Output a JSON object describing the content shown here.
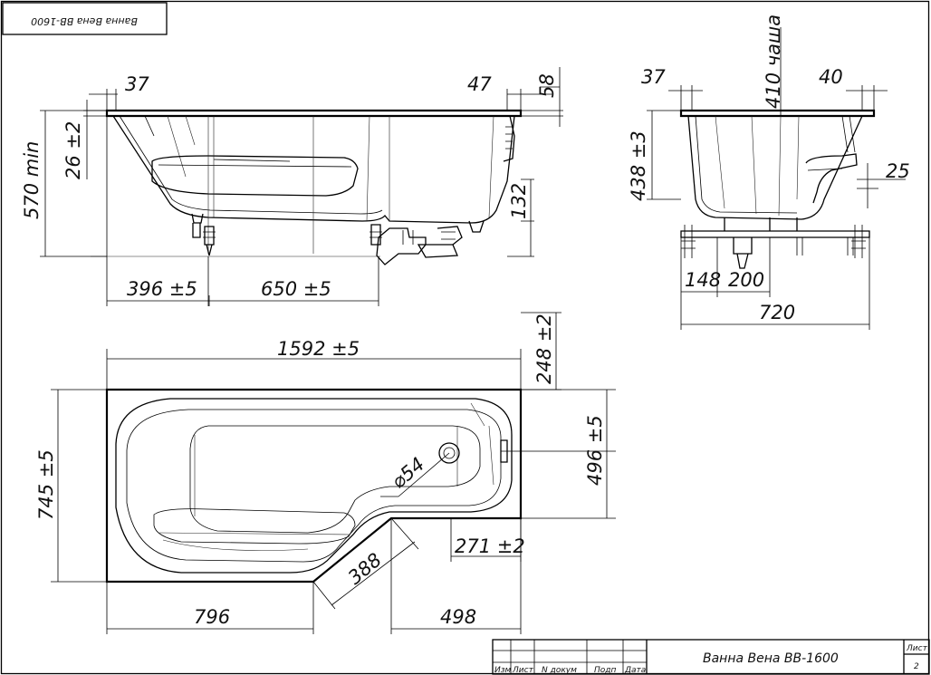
{
  "stamp_mirrored": "Ванна Вена ВВ-1600",
  "side_view": {
    "dims": [
      "37",
      "47",
      "58",
      "26 ±2",
      "570 min",
      "132",
      "396 ±5",
      "650 ±5"
    ]
  },
  "end_view": {
    "dims": [
      "37",
      "410 чаша",
      "40",
      "438 ±3",
      "25",
      "148",
      "200",
      "720"
    ]
  },
  "top_view": {
    "dims": [
      "1592 ±5",
      "248 ±2",
      "496 ±5",
      "745 ±5",
      "⌀54",
      "271 ±2",
      "388",
      "796",
      "498"
    ]
  },
  "title_block": {
    "name": "Ванна Вена ВВ-1600",
    "sheet_label": "Лист",
    "sheet_number": "2",
    "cols": [
      "Изм",
      "Лист",
      "N докум",
      "Подп",
      "Дата"
    ]
  }
}
